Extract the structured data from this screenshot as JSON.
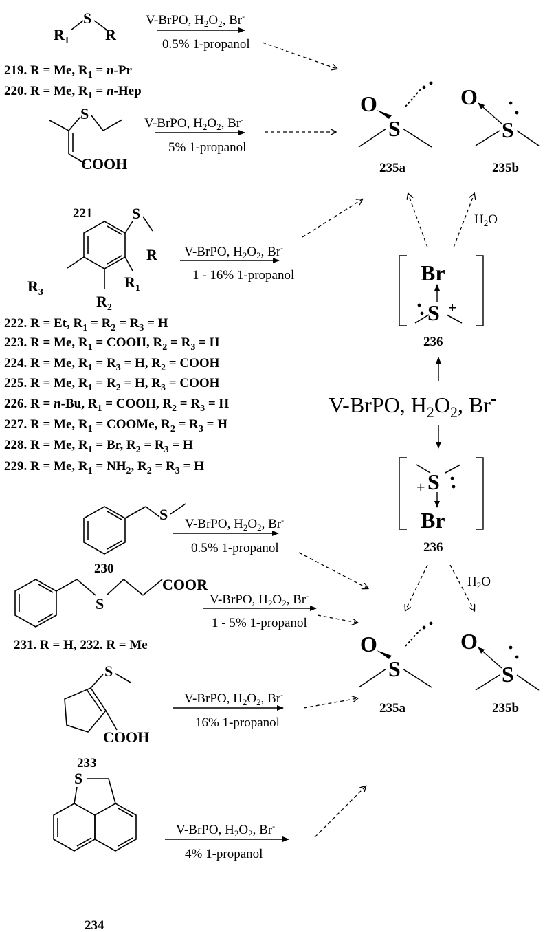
{
  "reagents": {
    "main": "V-BrPO, H2O2, Br-",
    "big_center": "V-BrPO, H2O2, Br-"
  },
  "conditions": {
    "c219": "0.5% 1-propanol",
    "c221": "5% 1-propanol",
    "c222": "1 - 16% 1-propanol",
    "c230": "0.5% 1-propanol",
    "c231": "1 - 5% 1-propanol",
    "c233": "16% 1-propanol",
    "c234": "4% 1-propanol"
  },
  "substituent_labels": {
    "R": "R",
    "R1": "R",
    "R2": "R",
    "R3": "R",
    "sub1": "1",
    "sub2": "2",
    "sub3": "3",
    "S": "S",
    "COOH": "COOH",
    "COOR": "COOR",
    "O": "O",
    "Br": "Br",
    "H2O": "H",
    "H2O_sub": "2",
    "H2O_O": "O",
    "plus": "+"
  },
  "compound_lines": [
    "219. R = Me, R1 = n-Pr",
    "220. R = Me, R1 = n-Hep",
    "222. R = Et, R1 = R2 = R3 = H",
    "223. R = Me, R1 = COOH, R2 = R3 = H",
    "224. R = Me, R1 = R3 = H, R2 = COOH",
    "225. R = Me, R1 = R2 = H, R3 = COOH",
    "226. R = n-Bu, R1 = COOH, R2 = R3 = H",
    "227. R = Me, R1 = COOMe, R2 = R3 = H",
    "228. R = Me, R1 = Br, R2 = R3 = H",
    "229. R = Me, R1 = NH2, R2 = R3 = H",
    "231. R = H, 232. R = Me"
  ],
  "compound_numbers": {
    "n221": "221",
    "n230": "230",
    "n233": "233",
    "n234": "234",
    "n235a": "235a",
    "n235b": "235b",
    "n236": "236"
  }
}
